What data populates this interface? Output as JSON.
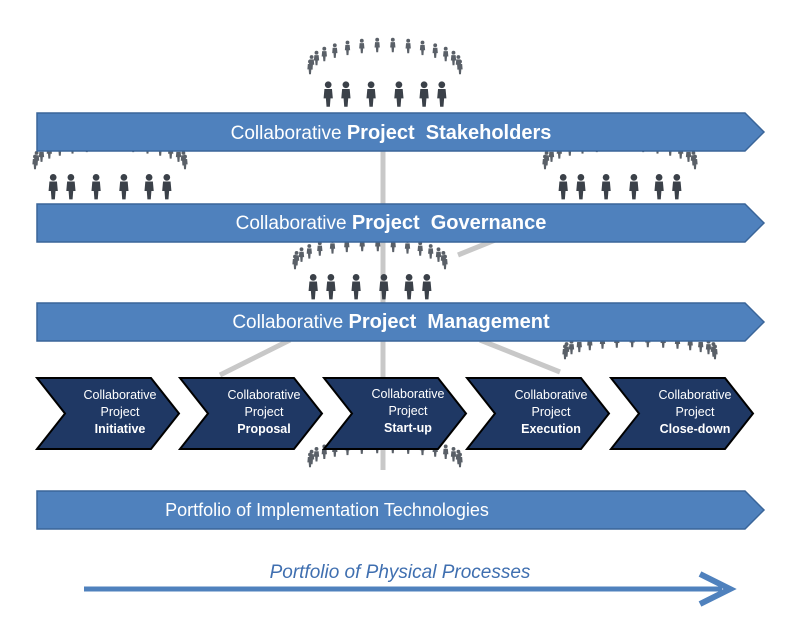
{
  "layers": [
    {
      "prefix": "Collaborative",
      "emphasis": "Project  Stakeholders"
    },
    {
      "prefix": "Collaborative",
      "emphasis": "Project  Governance"
    },
    {
      "prefix": "Collaborative",
      "emphasis": "Project  Management"
    }
  ],
  "phases": [
    {
      "line1": "Collaborative",
      "line2": "Project",
      "line3": "Initiative"
    },
    {
      "line1": "Collaborative",
      "line2": "Project",
      "line3": "Proposal"
    },
    {
      "line1": "Collaborative",
      "line2": "Project",
      "line3": "Start-up"
    },
    {
      "line1": "Collaborative",
      "line2": "Project",
      "line3": "Execution"
    },
    {
      "line1": "Collaborative",
      "line2": "Project",
      "line3": "Close-down"
    }
  ],
  "technologies_label": "Portfolio of Implementation Technologies",
  "processes_label": "Portfolio of Physical Processes",
  "colors": {
    "layer_bar": "#4f81bd",
    "layer_bar_border": "#3a6599",
    "phase_chevron": "#1f3864",
    "phase_border": "#000000",
    "connector": "#c8c8c8",
    "people": "#3b4149",
    "caption": "#3f6fb0"
  },
  "icons": [
    "people-ring-icon",
    "arrow-right-icon"
  ]
}
